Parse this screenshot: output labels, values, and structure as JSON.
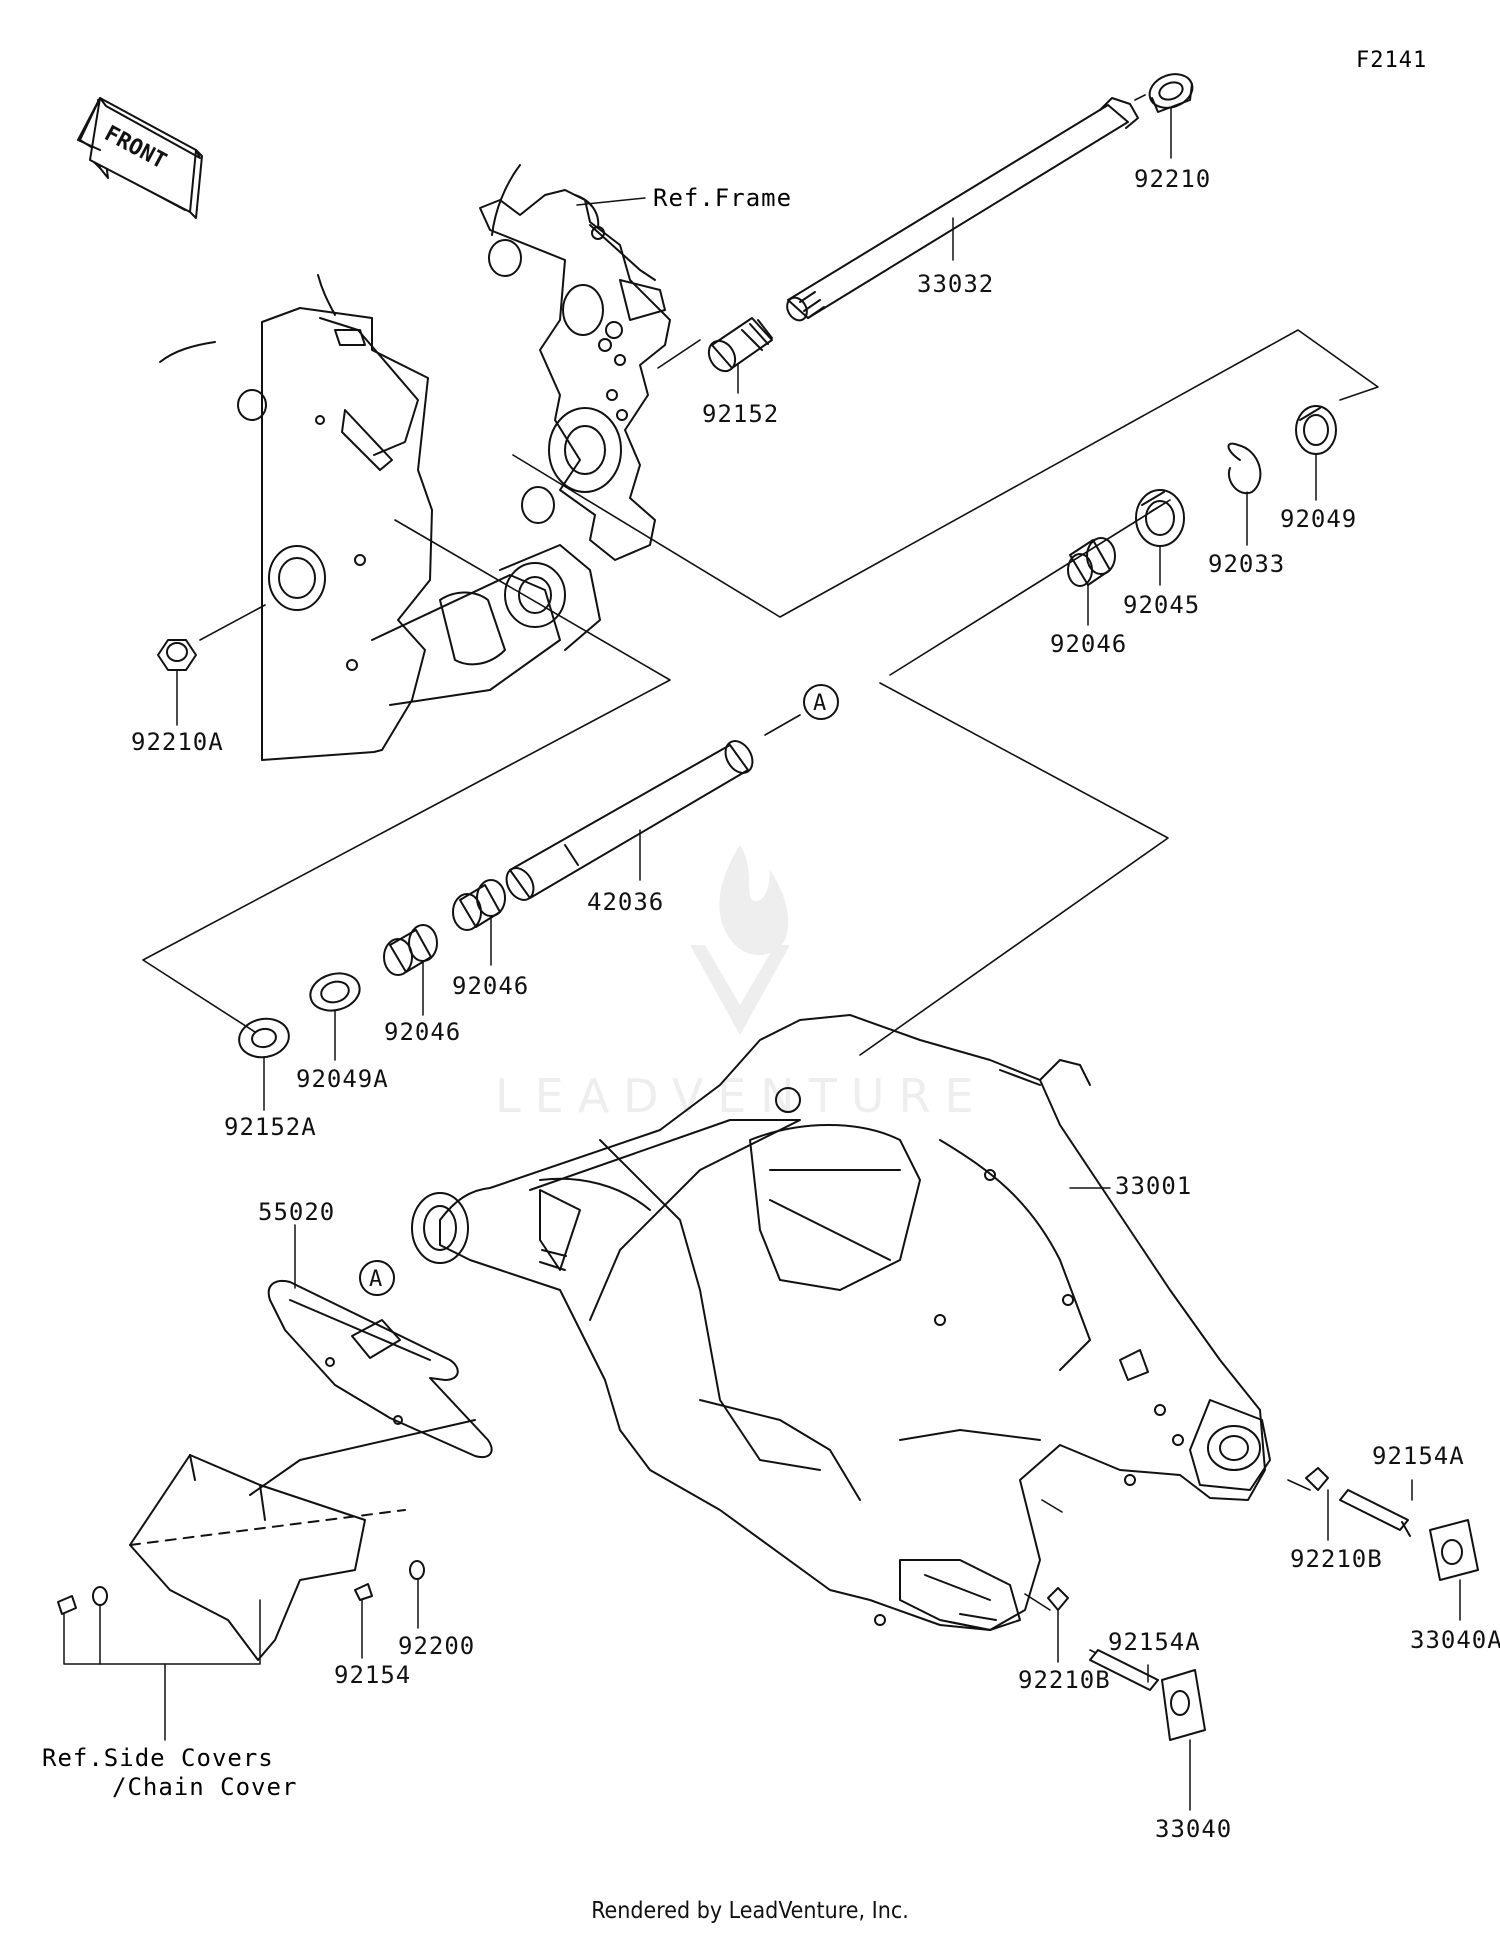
{
  "diagram_id": "F2141",
  "front_arrow": "FRONT",
  "references": {
    "frame": "Ref.Frame",
    "side_covers_line1": "Ref.Side Covers",
    "side_covers_line2": "/Chain Cover"
  },
  "callout_marker": "A",
  "part_labels": {
    "p92210": "92210",
    "p33032": "33032",
    "p92152": "92152",
    "p92049": "92049",
    "p92033": "92033",
    "p92045": "92045",
    "p92046_top": "92046",
    "p92210A": "92210A",
    "p42036": "42036",
    "p92046_mid": "92046",
    "p92046_low": "92046",
    "p92049A": "92049A",
    "p92152A": "92152A",
    "p33001": "33001",
    "p55020": "55020",
    "p92154A_right": "92154A",
    "p92210B_right": "92210B",
    "p33040A": "33040A",
    "p92154A_low": "92154A",
    "p92210B_low": "92210B",
    "p33040": "33040",
    "p92200": "92200",
    "p92154": "92154"
  },
  "watermark": "LEADVENTURE",
  "footer": "Rendered by LeadVenture, Inc."
}
